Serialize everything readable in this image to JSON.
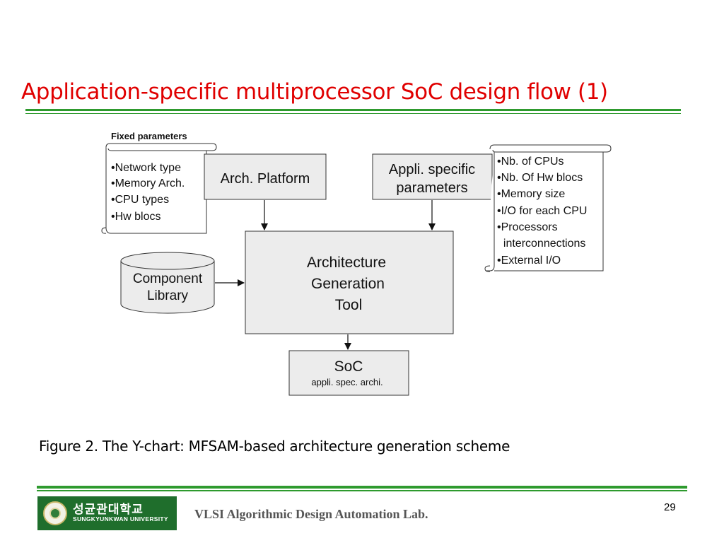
{
  "slide": {
    "title": "Application-specific multiprocessor SoC design flow (1)",
    "caption": "Figure 2. The Y-chart: MFSAM-based architecture generation scheme",
    "page_number": "29"
  },
  "diagram": {
    "fixed_parameters": {
      "heading": "Fixed parameters",
      "items": [
        "•Network type",
        "•Memory Arch.",
        "•CPU types",
        "•Hw blocs"
      ]
    },
    "arch_platform": "Arch. Platform",
    "appli_specific": {
      "line1": "Appli. specific",
      "line2": "parameters"
    },
    "right_scroll_items": [
      "•Nb. of CPUs",
      "•Nb. Of Hw blocs",
      "•Memory size",
      "•I/O for each CPU",
      "•Processors",
      "  interconnections",
      "•External I/O"
    ],
    "component_library": {
      "line1": "Component",
      "line2": "Library"
    },
    "tool": {
      "line1": "Architecture",
      "line2": "Generation",
      "line3": "Tool"
    },
    "soc": {
      "title": "SoC",
      "subtitle": "appli. spec. archi."
    }
  },
  "footer": {
    "university_korean": "성균관대학교",
    "university_english": "SUNGKYUNKWAN UNIVERSITY",
    "lab_name": "VLSI Algorithmic Design Automation Lab."
  },
  "colors": {
    "title": "#e00000",
    "rule": "#2e9a2e",
    "box_fill": "#ececec",
    "logo_bg": "#1f6e2c"
  }
}
